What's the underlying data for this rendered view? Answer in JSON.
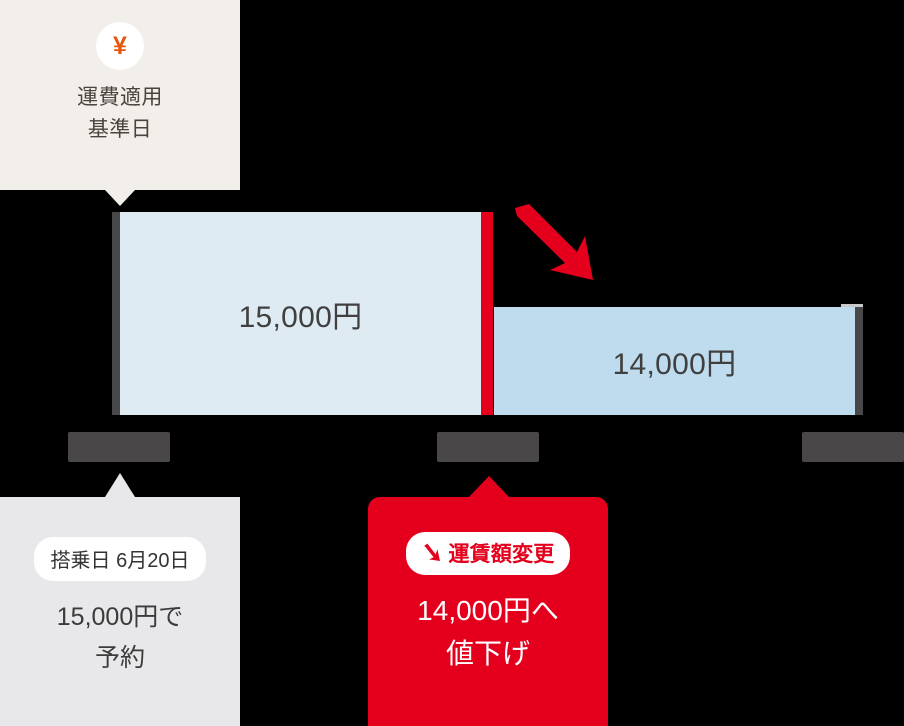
{
  "top_callout": {
    "icon": "yen-coin-icon",
    "icon_glyph": "¥",
    "line1": "運費適用",
    "line2": "基準日"
  },
  "chart": {
    "bar_old": {
      "amount_label": "15,000円",
      "value": 15000
    },
    "bar_new": {
      "amount_label": "14,000円",
      "value": 14000
    },
    "divider_color": "#e4001d",
    "arrow": "price-drop-arrow-icon",
    "axis_ticks": [
      {
        "label": ""
      },
      {
        "label": ""
      },
      {
        "label": ""
      }
    ]
  },
  "bottom_gray_callout": {
    "pill_label": "搭乗日 6月20日",
    "line1": "15,000円で",
    "line2": "予約"
  },
  "bottom_red_callout": {
    "pill_icon": "arrow-down-right-icon",
    "pill_label": "運賃額変更",
    "line1": "14,000円へ",
    "line2": "値下げ"
  },
  "colors": {
    "beige": "#f2eee9",
    "bar_old": "#dfebf3",
    "bar_new": "#bedcee",
    "bar_edge": "#48474a",
    "red": "#e4001d",
    "orange": "#e2590f",
    "gray_panel": "#e8e8ea",
    "text_dark": "#404040"
  }
}
